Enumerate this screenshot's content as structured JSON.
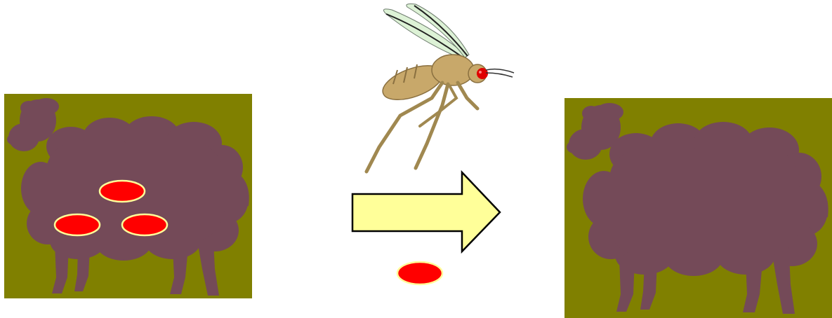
{
  "diagram": {
    "type": "process-illustration",
    "panels": [
      {
        "id": "before",
        "animal": "sheep-icon",
        "spots": 3,
        "background_color": "#808000"
      },
      {
        "id": "after",
        "animal": "sheep-icon",
        "spots": 0,
        "background_color": "#808000"
      }
    ],
    "agent": {
      "icon": "fly-icon"
    },
    "transfer": {
      "arrow": "right-arrow-icon",
      "item": "red-spot-icon",
      "count": 1
    }
  },
  "colors": {
    "panel_background": "#808000",
    "sheep": "#744A58",
    "spot_fill": "#FF0000",
    "spot_outline": "#FFFF99",
    "arrow_fill": "#FFFF99",
    "arrow_stroke": "#000000",
    "fly_body": "#C8A86A",
    "fly_eye": "#E00000",
    "fly_wing": "#D8F0D0"
  }
}
